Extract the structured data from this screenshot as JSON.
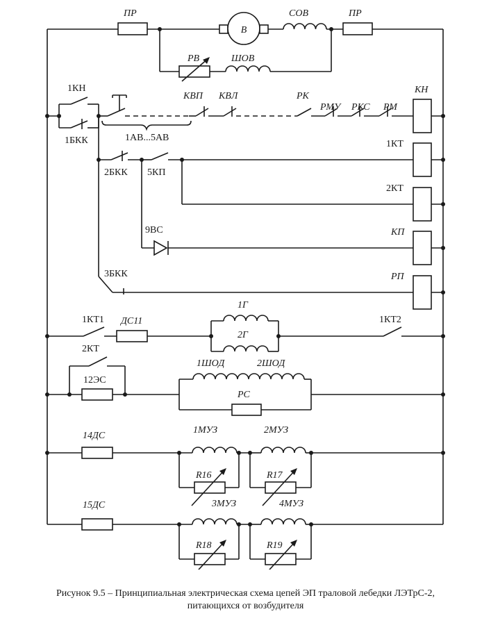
{
  "caption": {
    "line1": "Рисунок 9.5 – Принципиальная электрическая схема цепей ЭП траловой лебедки ЛЭТрС-2,",
    "line2": "питающихся от возбудителя"
  },
  "labels": {
    "pr_left": "ПР",
    "pr_right": "ПР",
    "motor_b": "В",
    "sov": "СОВ",
    "rv": "РВ",
    "shov": "ШОВ",
    "kn_contact": "1КН",
    "bkk1": "1БКК",
    "av_range": "1АВ...5АВ",
    "kvp": "КВП",
    "kvl": "КВЛ",
    "rk": "РК",
    "rmu": "РМУ",
    "rks": "РКС",
    "rm": "РМ",
    "kn_coil": "КН",
    "kt1_coil": "1КТ",
    "bkk2": "2БКК",
    "kp5": "5КП",
    "kt2_coil": "2КТ",
    "vs9": "9ВС",
    "kp_coil": "КП",
    "bkk3": "3БКК",
    "rp_coil": "РП",
    "g1": "1Г",
    "g2": "2Г",
    "kt1_contact": "1КТ1",
    "ds11": "ДС11",
    "kt2_contact": "1КТ2",
    "kt2_nc": "2КТ",
    "es12": "12ЭС",
    "shod1": "1ШОД",
    "shod2": "2ШОД",
    "rs": "РС",
    "ds14": "14ДС",
    "mu1": "1МУЗ",
    "mu2": "2МУЗ",
    "r16": "R16",
    "r17": "R17",
    "ds15": "15ДС",
    "mu3": "3МУЗ",
    "mu4": "4МУЗ",
    "r18": "R18",
    "r19": "R19"
  }
}
